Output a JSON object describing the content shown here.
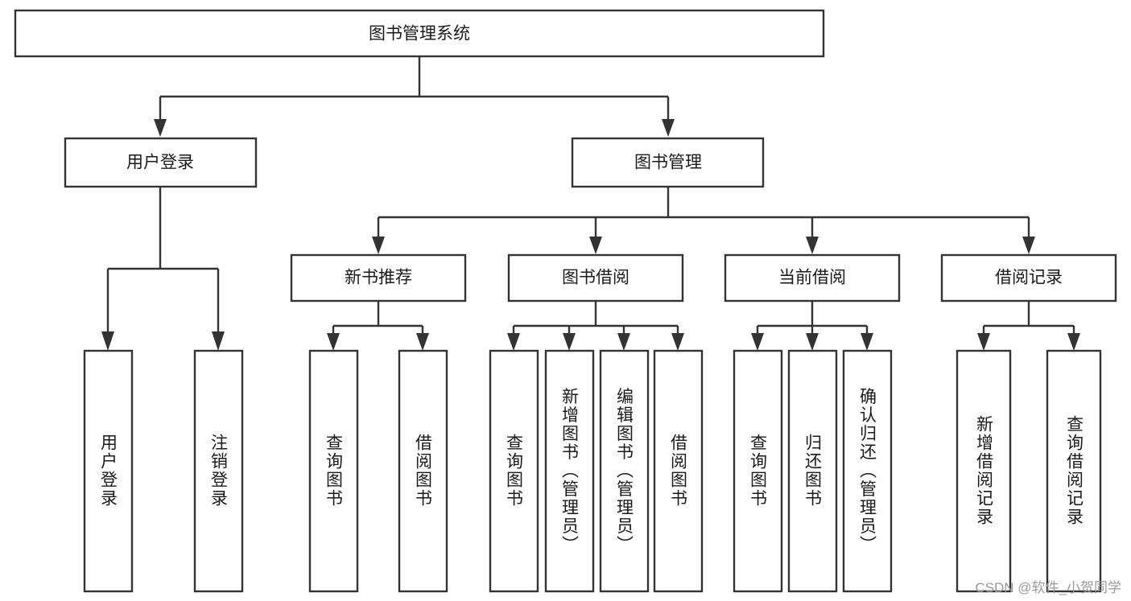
{
  "diagram": {
    "type": "hierarchy-tree",
    "title": "图书管理系统",
    "watermark": "CSDN @软件_小贺同学",
    "colors": {
      "box_stroke": "#333333",
      "box_fill": "#ffffff",
      "connector": "#333333",
      "text": "#1a1a1a",
      "watermark": "#9a9a9a",
      "background": "#ffffff"
    },
    "levels": {
      "root": "图书管理系统",
      "level2": [
        "用户登录",
        "图书管理"
      ],
      "level3": [
        "新书推荐",
        "图书借阅",
        "当前借阅",
        "借阅记录"
      ]
    },
    "nodes": {
      "root": {
        "label": "图书管理系统"
      },
      "user_login": {
        "label": "用户登录"
      },
      "book_manage": {
        "label": "图书管理"
      },
      "new_book_rec": {
        "label": "新书推荐"
      },
      "book_borrow": {
        "label": "图书借阅"
      },
      "current_borrow": {
        "label": "当前借阅"
      },
      "borrow_record": {
        "label": "借阅记录"
      },
      "leaf_1": {
        "label": "用户登录"
      },
      "leaf_2": {
        "label": "注销登录"
      },
      "leaf_3": {
        "label": "查询图书"
      },
      "leaf_4": {
        "label": "借阅图书"
      },
      "leaf_5": {
        "label": "查询图书"
      },
      "leaf_6": {
        "label": "新增图书（管理员）"
      },
      "leaf_7": {
        "label": "编辑图书（管理员）"
      },
      "leaf_8": {
        "label": "借阅图书"
      },
      "leaf_9": {
        "label": "查询图书"
      },
      "leaf_10": {
        "label": "归还图书"
      },
      "leaf_11": {
        "label": "确认归还（管理员）"
      },
      "leaf_12": {
        "label": "新增借阅记录"
      },
      "leaf_13": {
        "label": "查询借阅记录"
      }
    },
    "edges": [
      {
        "from": "root",
        "to": "user_login"
      },
      {
        "from": "root",
        "to": "book_manage"
      },
      {
        "from": "user_login",
        "to": "leaf_1"
      },
      {
        "from": "user_login",
        "to": "leaf_2"
      },
      {
        "from": "book_manage",
        "to": "new_book_rec"
      },
      {
        "from": "book_manage",
        "to": "book_borrow"
      },
      {
        "from": "book_manage",
        "to": "current_borrow"
      },
      {
        "from": "book_manage",
        "to": "borrow_record"
      },
      {
        "from": "new_book_rec",
        "to": "leaf_3"
      },
      {
        "from": "new_book_rec",
        "to": "leaf_4"
      },
      {
        "from": "book_borrow",
        "to": "leaf_5"
      },
      {
        "from": "book_borrow",
        "to": "leaf_6"
      },
      {
        "from": "book_borrow",
        "to": "leaf_7"
      },
      {
        "from": "book_borrow",
        "to": "leaf_8"
      },
      {
        "from": "current_borrow",
        "to": "leaf_9"
      },
      {
        "from": "current_borrow",
        "to": "leaf_10"
      },
      {
        "from": "current_borrow",
        "to": "leaf_11"
      },
      {
        "from": "borrow_record",
        "to": "leaf_12"
      },
      {
        "from": "borrow_record",
        "to": "leaf_13"
      }
    ]
  }
}
